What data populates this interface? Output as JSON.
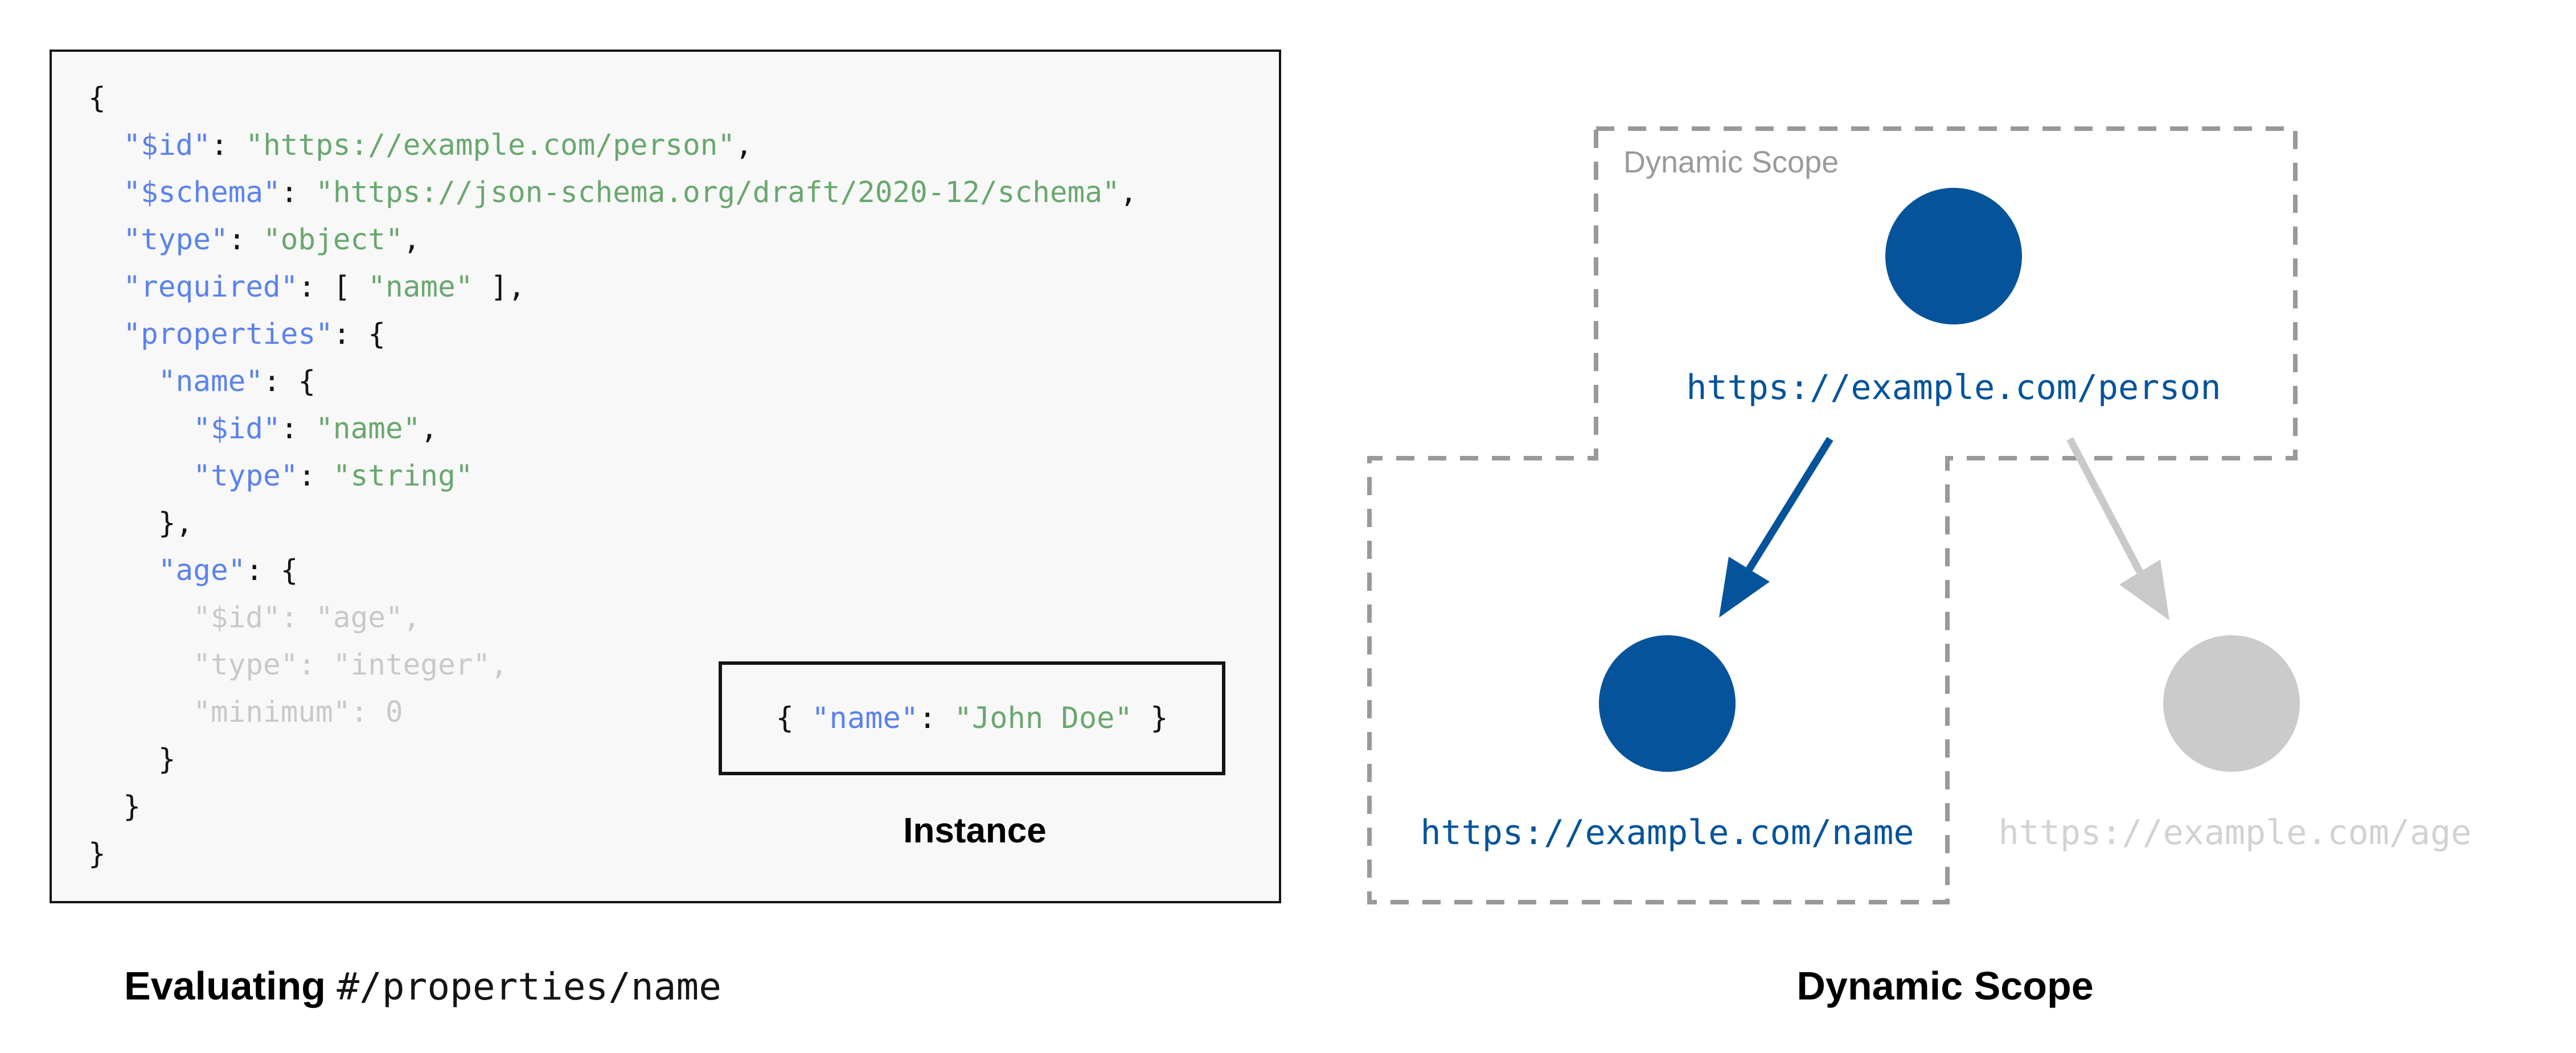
{
  "colors": {
    "panel_bg": "#f8f8f8",
    "key_blue": "#5b82ee",
    "string_green": "#69a86e",
    "muted_code_gray": "#c9c9c9",
    "node_blue": "#05549b",
    "node_gray": "#cbcbcb",
    "arrow_gray": "#c9c9c9",
    "dash_gray": "#999999",
    "gray_url_text": "#d2d2d2"
  },
  "schema_panel": {
    "code_lines": [
      [
        {
          "t": "{",
          "c": "p"
        }
      ],
      [
        {
          "t": "  ",
          "c": "p"
        },
        {
          "t": "\"$id\"",
          "c": "k"
        },
        {
          "t": ": ",
          "c": "p"
        },
        {
          "t": "\"https://example.com/person\"",
          "c": "s"
        },
        {
          "t": ",",
          "c": "p"
        }
      ],
      [
        {
          "t": "  ",
          "c": "p"
        },
        {
          "t": "\"$schema\"",
          "c": "k"
        },
        {
          "t": ": ",
          "c": "p"
        },
        {
          "t": "\"https://json-schema.org/draft/2020-12/schema\"",
          "c": "s"
        },
        {
          "t": ",",
          "c": "p"
        }
      ],
      [
        {
          "t": "  ",
          "c": "p"
        },
        {
          "t": "\"type\"",
          "c": "k"
        },
        {
          "t": ": ",
          "c": "p"
        },
        {
          "t": "\"object\"",
          "c": "s"
        },
        {
          "t": ",",
          "c": "p"
        }
      ],
      [
        {
          "t": "  ",
          "c": "p"
        },
        {
          "t": "\"required\"",
          "c": "k"
        },
        {
          "t": ": [ ",
          "c": "p"
        },
        {
          "t": "\"name\"",
          "c": "s"
        },
        {
          "t": " ],",
          "c": "p"
        }
      ],
      [
        {
          "t": "  ",
          "c": "p"
        },
        {
          "t": "\"properties\"",
          "c": "k"
        },
        {
          "t": ": {",
          "c": "p"
        }
      ],
      [
        {
          "t": "    ",
          "c": "p"
        },
        {
          "t": "\"name\"",
          "c": "k"
        },
        {
          "t": ": {",
          "c": "p"
        }
      ],
      [
        {
          "t": "      ",
          "c": "p"
        },
        {
          "t": "\"$id\"",
          "c": "k"
        },
        {
          "t": ": ",
          "c": "p"
        },
        {
          "t": "\"name\"",
          "c": "s"
        },
        {
          "t": ",",
          "c": "p"
        }
      ],
      [
        {
          "t": "      ",
          "c": "p"
        },
        {
          "t": "\"type\"",
          "c": "k"
        },
        {
          "t": ": ",
          "c": "p"
        },
        {
          "t": "\"string\"",
          "c": "s"
        }
      ],
      [
        {
          "t": "    },",
          "c": "p"
        }
      ],
      [
        {
          "t": "    ",
          "c": "p"
        },
        {
          "t": "\"age\"",
          "c": "k"
        },
        {
          "t": ": {",
          "c": "p"
        }
      ],
      [
        {
          "t": "      \"$id\": \"age\",",
          "c": "m"
        }
      ],
      [
        {
          "t": "      \"type\": \"integer\",",
          "c": "m"
        }
      ],
      [
        {
          "t": "      \"minimum\": 0",
          "c": "m"
        }
      ],
      [
        {
          "t": "    }",
          "c": "p"
        }
      ],
      [
        {
          "t": "  }",
          "c": "p"
        }
      ],
      [
        {
          "t": "}",
          "c": "p"
        }
      ]
    ],
    "instance": {
      "segments": [
        {
          "t": "{ ",
          "c": "p"
        },
        {
          "t": "\"name\"",
          "c": "k"
        },
        {
          "t": ": ",
          "c": "p"
        },
        {
          "t": "\"John Doe\"",
          "c": "s"
        },
        {
          "t": " }",
          "c": "p"
        }
      ],
      "label": "Instance"
    },
    "caption_bold": "Evaluating",
    "caption_mono": "#/properties/name"
  },
  "scope_diagram": {
    "scope_label": "Dynamic Scope",
    "nodes": {
      "person": {
        "url": "https://example.com/person"
      },
      "name": {
        "url": "https://example.com/name"
      },
      "age": {
        "url": "https://example.com/age"
      }
    },
    "caption": "Dynamic Scope"
  }
}
